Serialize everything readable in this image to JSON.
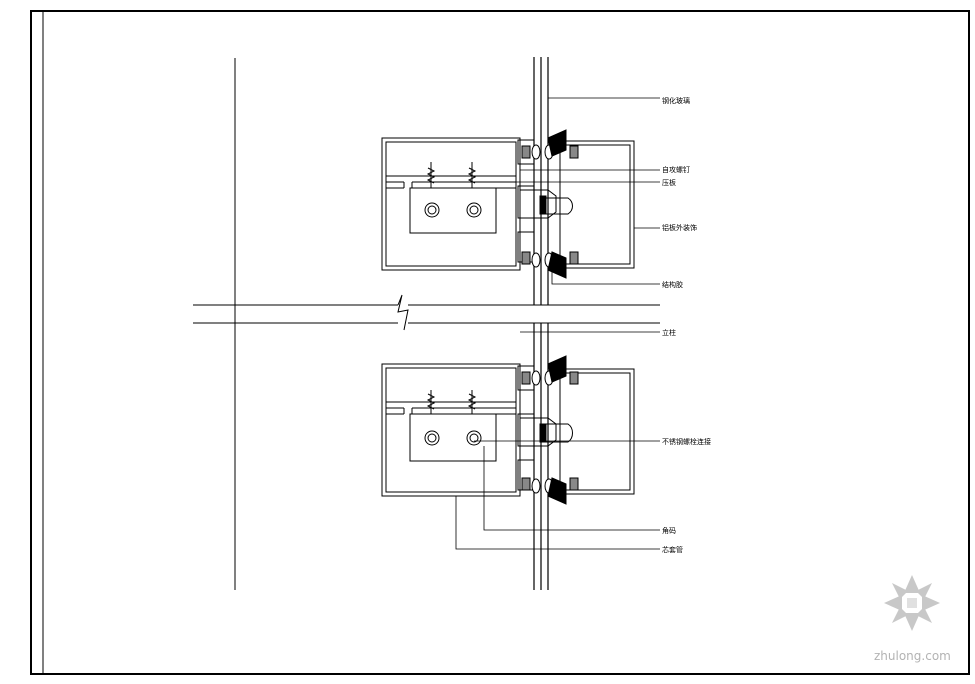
{
  "callouts": {
    "c1": "钢化玻璃",
    "c2": "自攻螺钉",
    "c3": "压板",
    "c4": "铝板外装饰",
    "c5": "结构胶",
    "c6": "立柱",
    "c7": "不锈钢螺栓连接",
    "c8": "角码",
    "c9": "芯套管"
  },
  "watermark": {
    "text": "zhulong.com"
  },
  "colors": {
    "line": "#000000",
    "background": "#ffffff",
    "watermark": "#b3b3b3"
  }
}
